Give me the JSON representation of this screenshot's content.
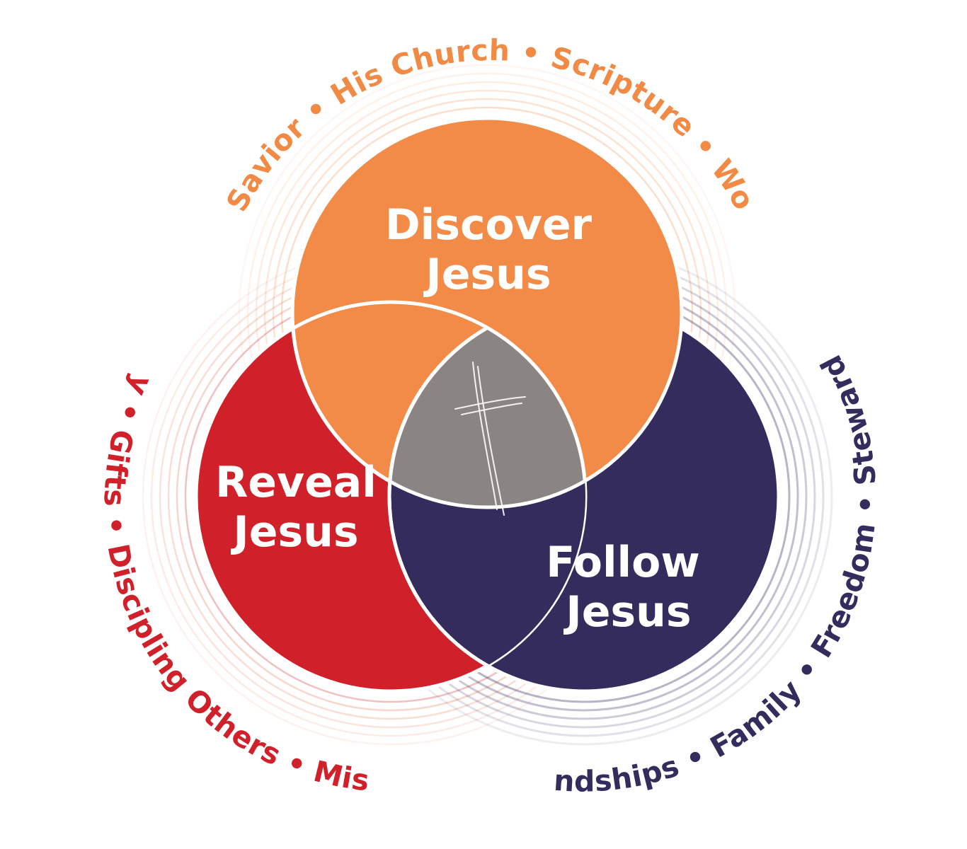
{
  "colors": {
    "discover": "#f28a48",
    "reveal": "#d0212b",
    "follow": "#342c5c",
    "center": "#8a8482",
    "discover_text": "#f08a45",
    "reveal_text": "#d0212b",
    "follow_text": "#342c5c"
  },
  "circles": {
    "discover": {
      "line1": "Discover",
      "line2": "Jesus"
    },
    "reveal": {
      "line1": "Reveal",
      "line2": "Jesus"
    },
    "follow": {
      "line1": "Follow",
      "line2": "Jesus"
    }
  },
  "arcs": {
    "discover": "True Savior • His Church • Scripture • Worship",
    "reveal": "Story • Gifts • Discipling Others • Mission",
    "follow": "Friendships • Family • Freedom • Stewardship"
  },
  "center": {
    "icon": "cross-icon"
  }
}
